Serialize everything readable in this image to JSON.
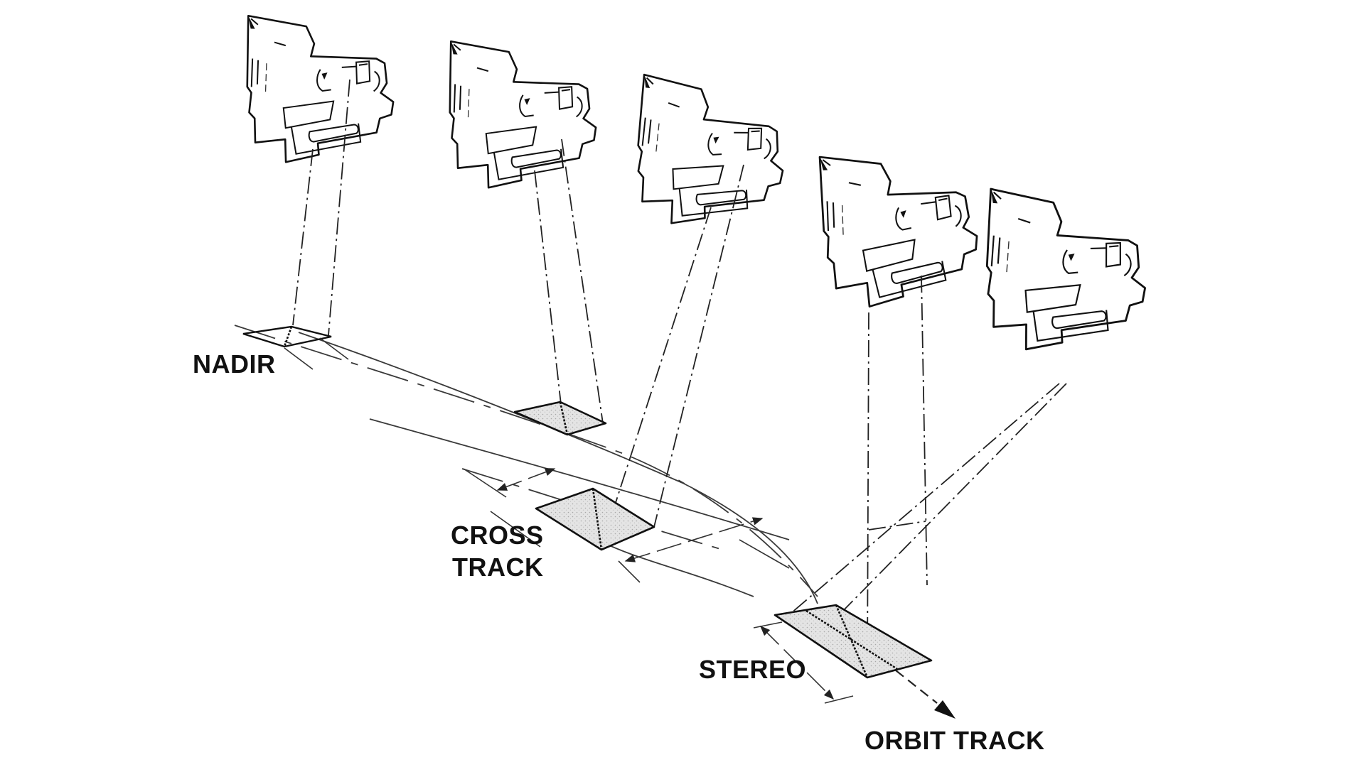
{
  "figure": {
    "type": "diagram",
    "subject": "Satellite sensor viewing geometries relative to orbit track",
    "labels": {
      "nadir": "NADIR",
      "cross_track_line1": "CROSS",
      "cross_track_line2": "TRACK",
      "stereo": "STEREO",
      "orbit_track": "ORBIT TRACK"
    },
    "satellites": [
      {
        "id": "sat-1",
        "mode": "nadir"
      },
      {
        "id": "sat-2",
        "mode": "cross-track"
      },
      {
        "id": "sat-3",
        "mode": "cross-track"
      },
      {
        "id": "sat-4",
        "mode": "stereo"
      },
      {
        "id": "sat-5",
        "mode": "stereo"
      }
    ],
    "footprints": [
      {
        "id": "footprint-nadir",
        "mode": "nadir",
        "shaded": false
      },
      {
        "id": "footprint-cross-track-near",
        "mode": "cross-track",
        "shaded": true
      },
      {
        "id": "footprint-cross-track-far",
        "mode": "cross-track",
        "shaded": true
      },
      {
        "id": "footprint-stereo",
        "mode": "stereo",
        "shaded": true
      }
    ],
    "colors": {
      "ink": "#111111",
      "background": "#ffffff",
      "footprint_shade": "#d9d9d9"
    }
  }
}
